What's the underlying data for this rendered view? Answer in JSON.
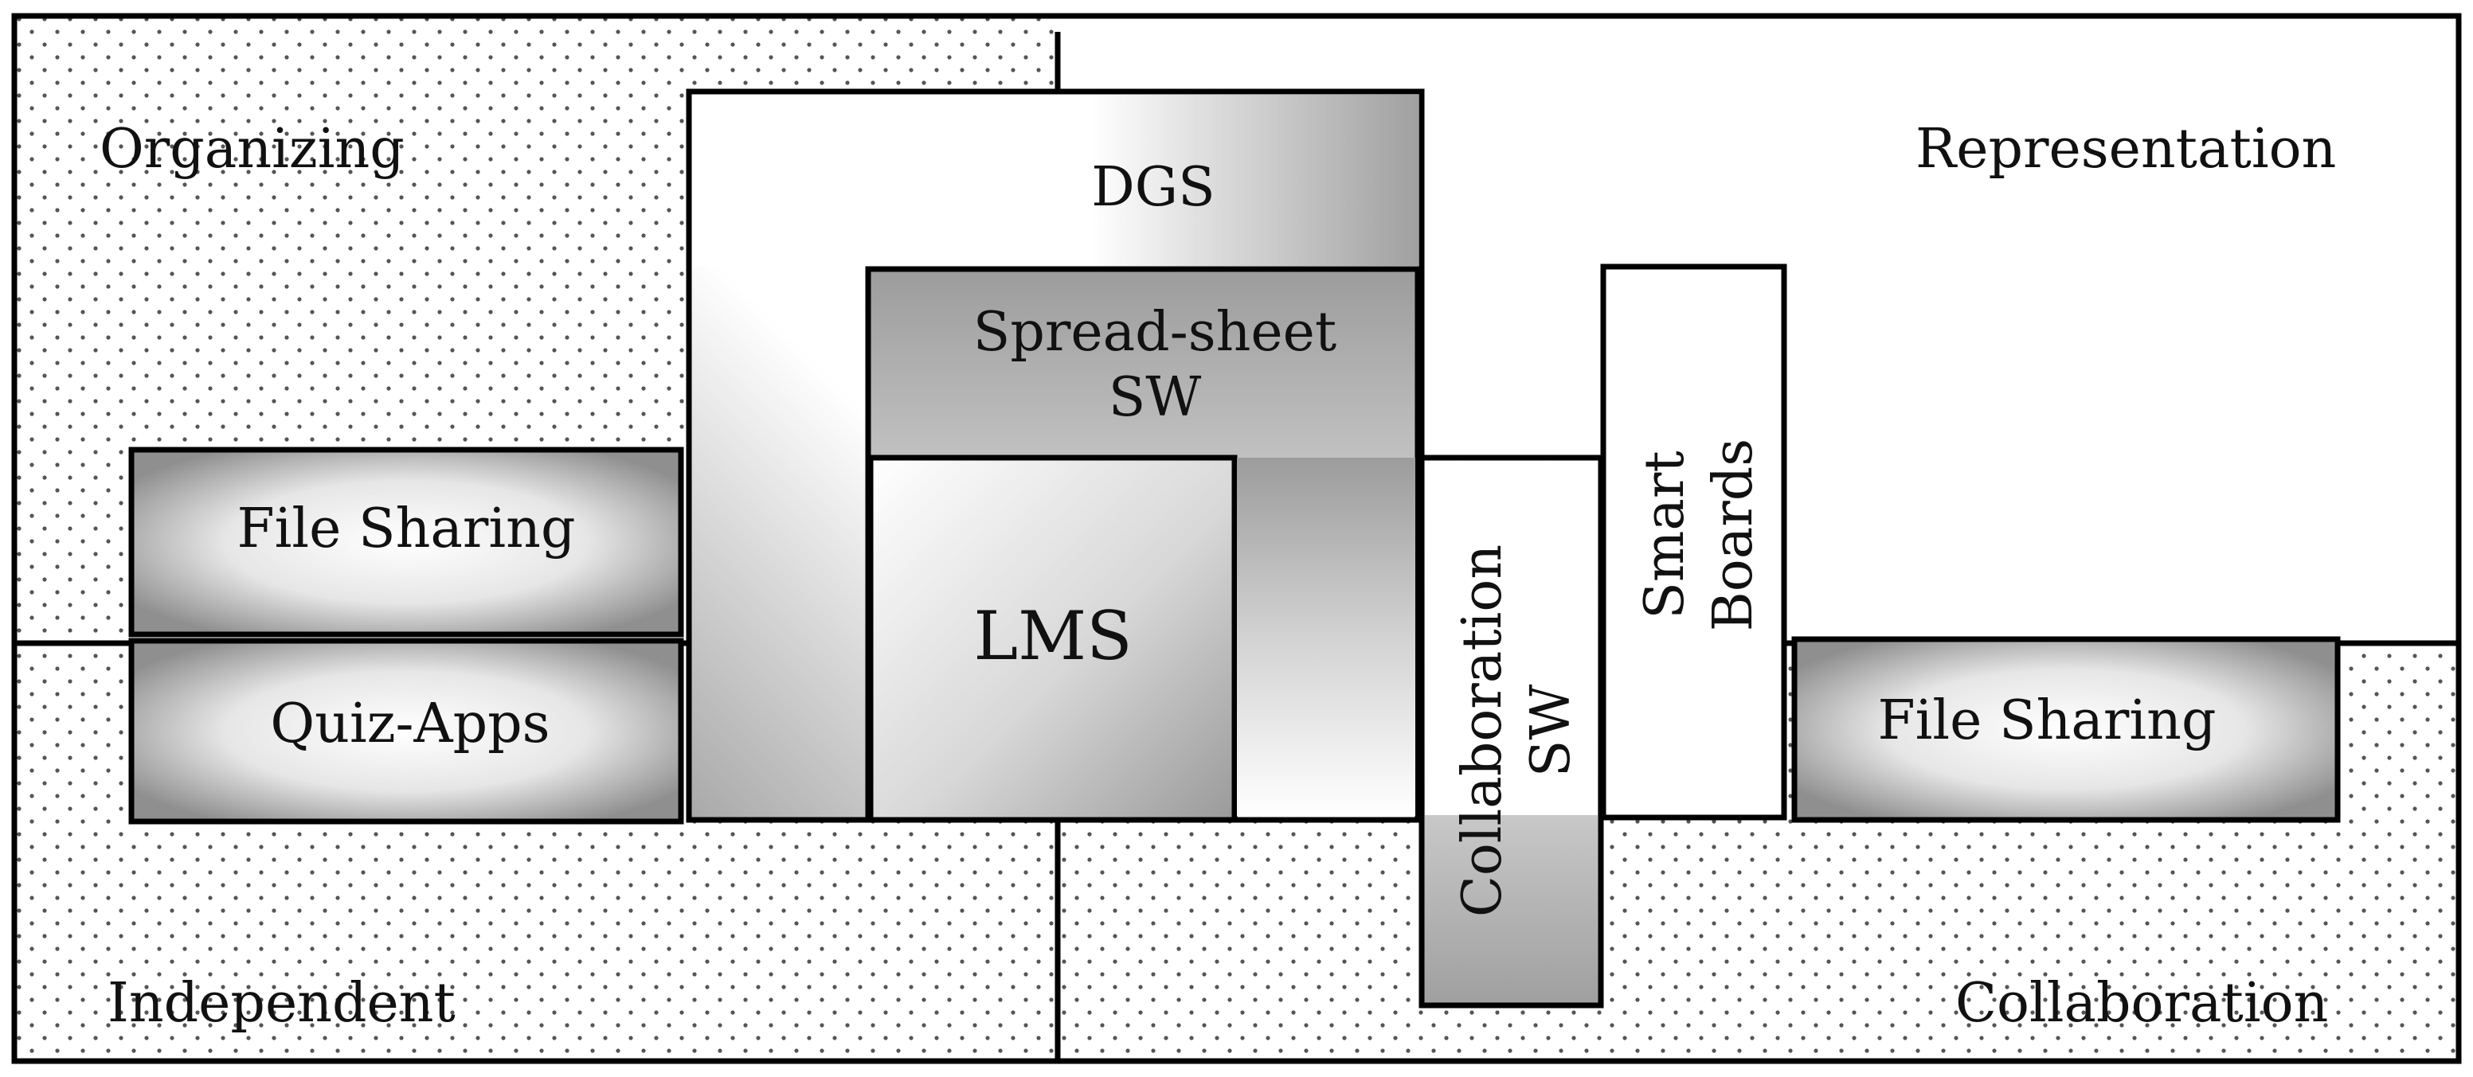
{
  "quadrants": {
    "top_left": "Organizing",
    "top_right": "Representation",
    "bottom_left": "Independent",
    "bottom_right": "Collaboration"
  },
  "tools": {
    "file_sharing_left": "File Sharing",
    "quiz_apps": "Quiz-Apps",
    "dgs": "DGS",
    "spreadsheet_line1": "Spread-sheet",
    "spreadsheet_line2": "SW",
    "lms": "LMS",
    "collaboration_line1": "Collaboration",
    "collaboration_line2": "SW",
    "smart_line1": "Smart",
    "smart_line2": "Boards",
    "file_sharing_right": "File Sharing"
  },
  "colors": {
    "dot_fill": "#555555",
    "line": "#000000",
    "gradient_dark": "#9a9a9a",
    "gradient_light": "#ffffff"
  }
}
